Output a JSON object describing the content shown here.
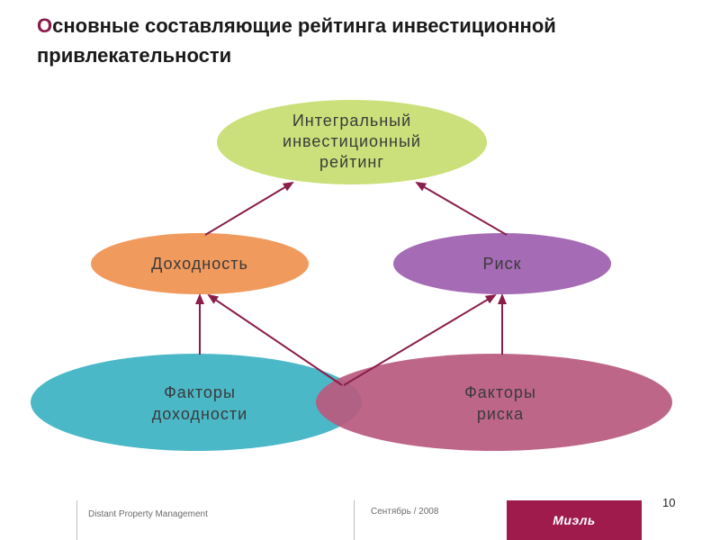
{
  "slide": {
    "title_first_letter": "О",
    "title_rest": "сновные составляющие рейтинга инвестиционной привлекательности",
    "page_number": "10"
  },
  "diagram": {
    "top_node": {
      "line1": "Интегральный",
      "line2": "инвестиционный",
      "line3": "рейтинг",
      "color": "#cbe07a"
    },
    "left_mid_node": {
      "label": "Доходность",
      "color": "#f09a5e"
    },
    "right_mid_node": {
      "label": "Риск",
      "color": "#a56bb5"
    },
    "left_bottom_node": {
      "line1": "Факторы",
      "line2": "доходности",
      "color": "#4bb8c8"
    },
    "right_bottom_node": {
      "line1": "Факторы",
      "line2": "риска",
      "color": "#b8597e"
    },
    "arrow_color": "#8a1d4a"
  },
  "footer": {
    "company": "Distant Property  Management",
    "date": "Сентябрь / 2008",
    "logo_text": "Миэль"
  }
}
